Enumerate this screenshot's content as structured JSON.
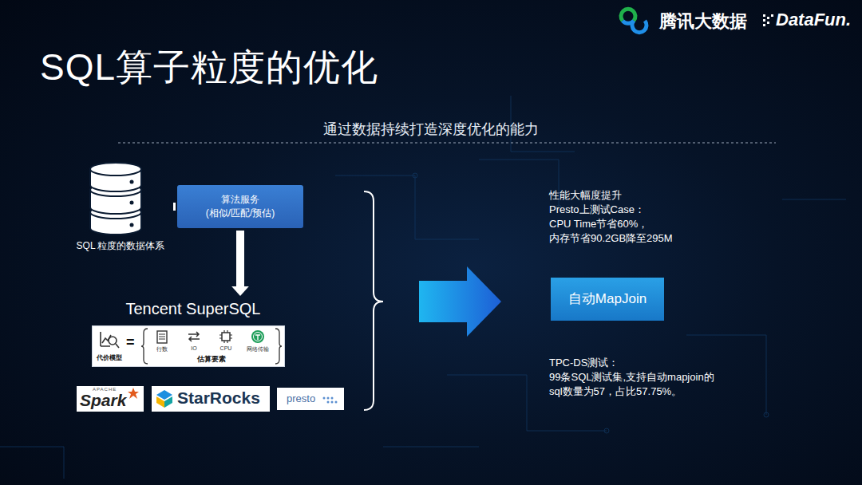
{
  "diagram": {
    "title": "SQL算子粒度的优化",
    "nodes": [
      {
        "text": [
          "SQL 粒度的数据体系"
        ]
      },
      {
        "text": [
          "算法服务",
          "(相似/匹配/预估)"
        ]
      },
      {
        "text": [
          "Tencent SuperSQL"
        ]
      },
      {
        "text": [
          "代价模型",
          "=",
          "行数",
          "IO",
          "CPU",
          "网络传输",
          "估算要素"
        ],
        "in": 2
      },
      {
        "text": [
          "APACHE",
          "Spark"
        ]
      },
      {
        "text": [
          "StarRocks"
        ]
      },
      {
        "text": [
          "presto"
        ]
      },
      {
        "text": [
          "自动MapJoin"
        ]
      }
    ],
    "edges": [
      {
        "from": 0,
        "to": 1,
        "arrow": "to"
      },
      {
        "from": 1,
        "to": 2,
        "arrow": "to"
      }
    ],
    "labels": [
      "腾讯大数据",
      "DataFun.",
      "通过数据持续打造深度优化的能力",
      "性能大幅度提升",
      "Presto上测试Case：",
      "CPU Time节省60%，",
      "内存节省90.2GB降至295M",
      "TPC-DS测试：",
      "99条SQL测试集,支持自动mapjoin的",
      "sql数量为57，占比57.75%。"
    ]
  }
}
